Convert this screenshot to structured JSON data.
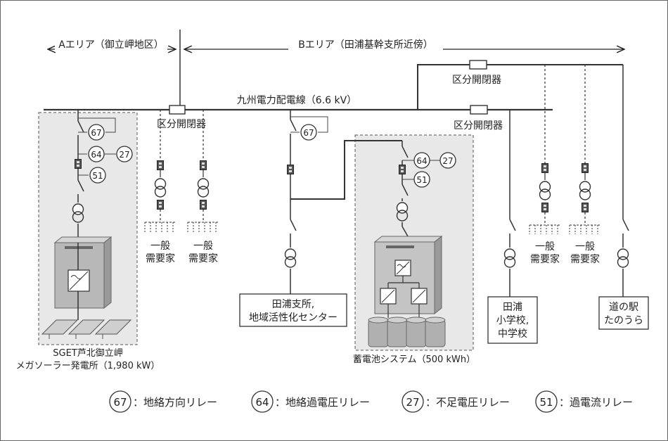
{
  "areas": {
    "a": "Aエリア（御立岬地区）",
    "b": "Bエリア（田浦基幹支所近傍）"
  },
  "main_line": "九州電力配電線（6.6 kV）",
  "switches": {
    "center": "区分開閉器",
    "upper_right": "区分開閉器",
    "lower_right": "区分開閉器"
  },
  "relays": {
    "r67": "67",
    "r64": "64",
    "r27": "27",
    "r51": "51"
  },
  "loads": {
    "general_1": [
      "一般",
      "需要家"
    ],
    "general_2": [
      "一般",
      "需要家"
    ],
    "general_3": [
      "一般",
      "需要家"
    ],
    "general_4": [
      "一般",
      "需要家"
    ]
  },
  "facilities": {
    "tanoura_branch": [
      "田浦支所,",
      "地域活性化センター"
    ],
    "school": [
      "田浦",
      "小学校,",
      "中学校"
    ],
    "michinoeki": [
      "道の駅",
      "たのうら"
    ]
  },
  "solar_plant": [
    "SGET芦北御立岬",
    "メガソーラー発電所（1,980 kW）"
  ],
  "battery_system": "蓄電池システム（500 kWh）",
  "legend": [
    {
      "num": "67",
      "label": "：地絡方向リレー"
    },
    {
      "num": "64",
      "label": "：地絡過電圧リレー"
    },
    {
      "num": "27",
      "label": "：不足電圧リレー"
    },
    {
      "num": "51",
      "label": "：過電流リレー"
    }
  ]
}
